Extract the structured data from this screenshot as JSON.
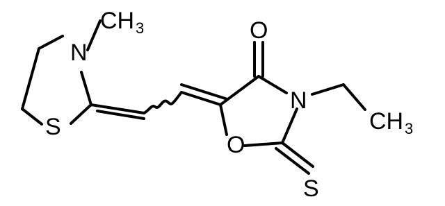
{
  "molecule": {
    "atoms": {
      "n_methyl_left": {
        "element": "N",
        "group": "CH",
        "subscript": "3"
      },
      "s_ring_left": {
        "element": "S"
      },
      "o_carbonyl": {
        "element": "O"
      },
      "n_ring_right": {
        "element": "N"
      },
      "o_ring": {
        "element": "O"
      },
      "s_thione": {
        "element": "S"
      },
      "ethyl_end": {
        "group": "CH",
        "subscript": "3"
      }
    }
  }
}
